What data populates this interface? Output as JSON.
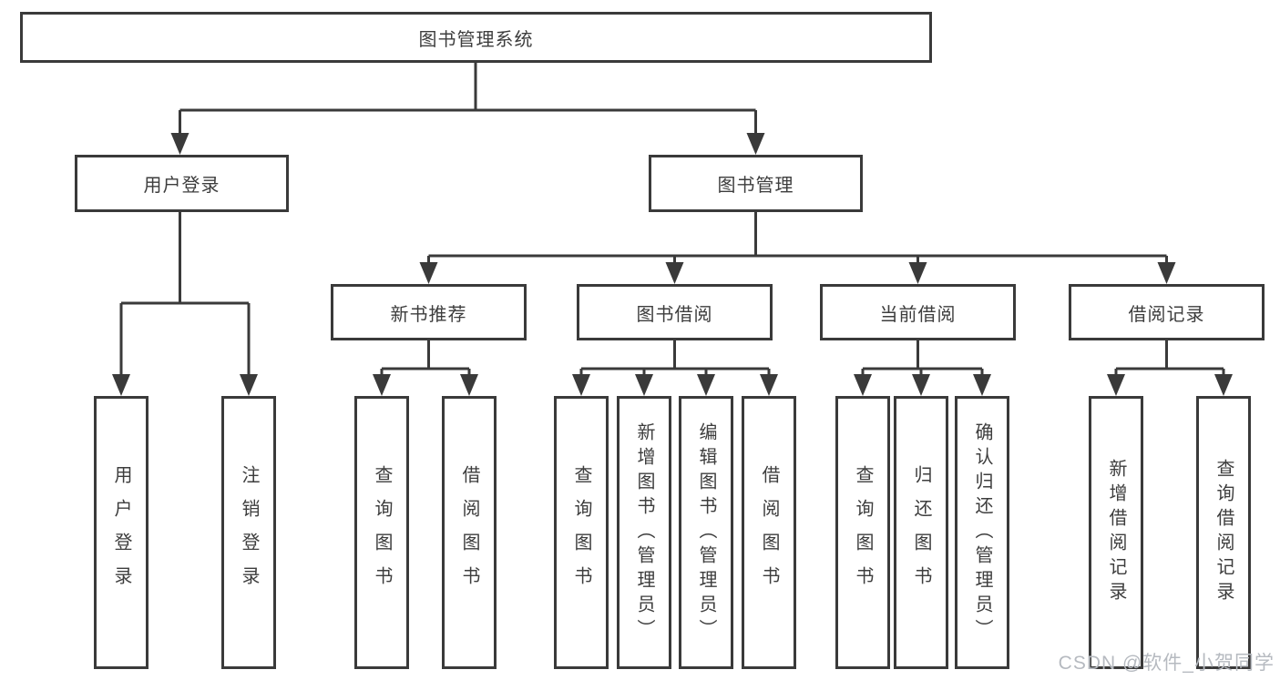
{
  "diagram": {
    "type": "hierarchy-tree",
    "tree": {
      "root": {
        "label": "图书管理系统"
      },
      "level2": [
        {
          "label": "用户登录",
          "parent": "图书管理系统"
        },
        {
          "label": "图书管理",
          "parent": "图书管理系统"
        }
      ],
      "level3": [
        {
          "label": "新书推荐",
          "parent": "图书管理"
        },
        {
          "label": "图书借阅",
          "parent": "图书管理"
        },
        {
          "label": "当前借阅",
          "parent": "图书管理"
        },
        {
          "label": "借阅记录",
          "parent": "图书管理"
        }
      ],
      "leaves": [
        {
          "label": "用户登录",
          "parent": "用户登录"
        },
        {
          "label": "注销登录",
          "parent": "用户登录"
        },
        {
          "label": "查询图书",
          "parent": "新书推荐"
        },
        {
          "label": "借阅图书",
          "parent": "新书推荐"
        },
        {
          "label": "查询图书",
          "parent": "图书借阅"
        },
        {
          "label": "新增图书（管理员）",
          "parent": "图书借阅"
        },
        {
          "label": "编辑图书（管理员）",
          "parent": "图书借阅"
        },
        {
          "label": "借阅图书",
          "parent": "图书借阅"
        },
        {
          "label": "查询图书",
          "parent": "当前借阅"
        },
        {
          "label": "归还图书",
          "parent": "当前借阅"
        },
        {
          "label": "确认归还（管理员）",
          "parent": "当前借阅"
        },
        {
          "label": "新增借阅记录",
          "parent": "借阅记录"
        },
        {
          "label": "查询借阅记录",
          "parent": "借阅记录"
        }
      ]
    },
    "colors": {
      "line": "#3a3a3a",
      "box_border": "#3a3a3a",
      "text": "#3d3d3d",
      "watermark": "#b6bac0",
      "background": "#ffffff"
    }
  },
  "watermark": "CSDN @软件_小贺同学"
}
